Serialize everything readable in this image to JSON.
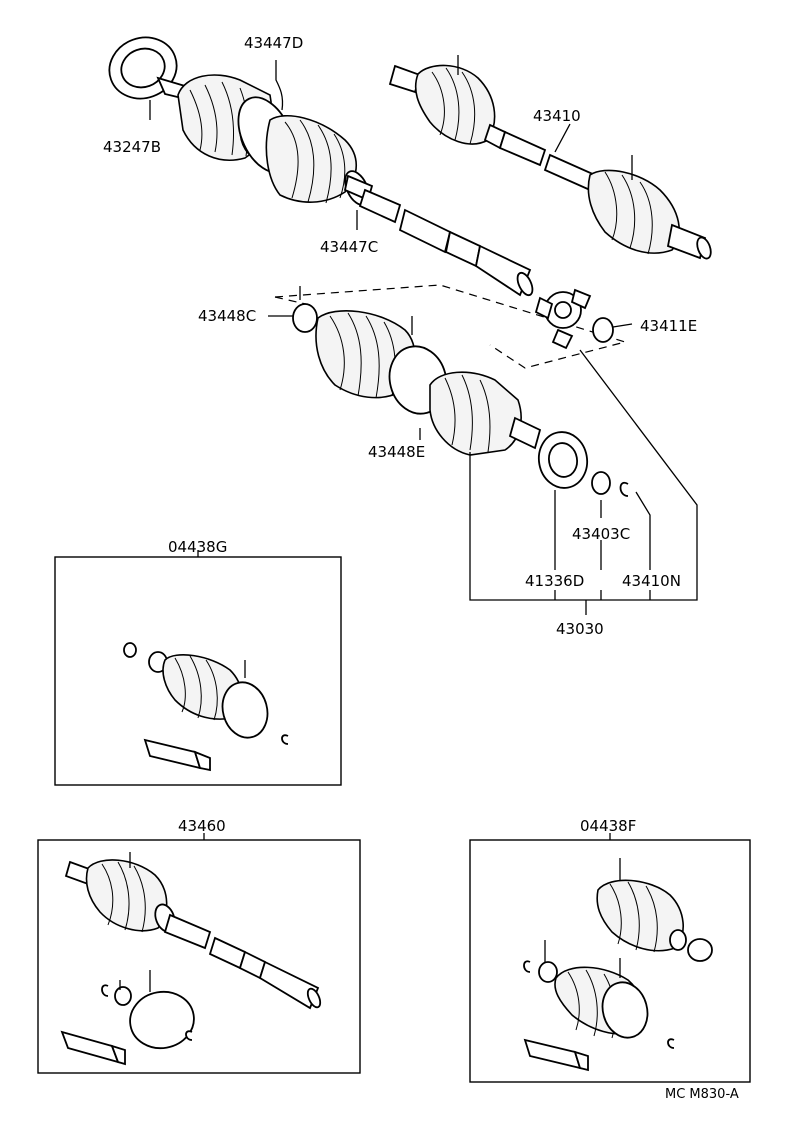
{
  "labels": {
    "p43447D": "43447D",
    "p43247B": "43247B",
    "p43410": "43410",
    "p43447C": "43447C",
    "p43448C": "43448C",
    "p43411E": "43411E",
    "p43448E": "43448E",
    "p43403C": "43403C",
    "p41336D": "41336D",
    "p43410N": "43410N",
    "p43030": "43030",
    "p04438G": "04438G",
    "p43460": "43460",
    "p04438F": "04438F",
    "code": "MC M830-A"
  }
}
